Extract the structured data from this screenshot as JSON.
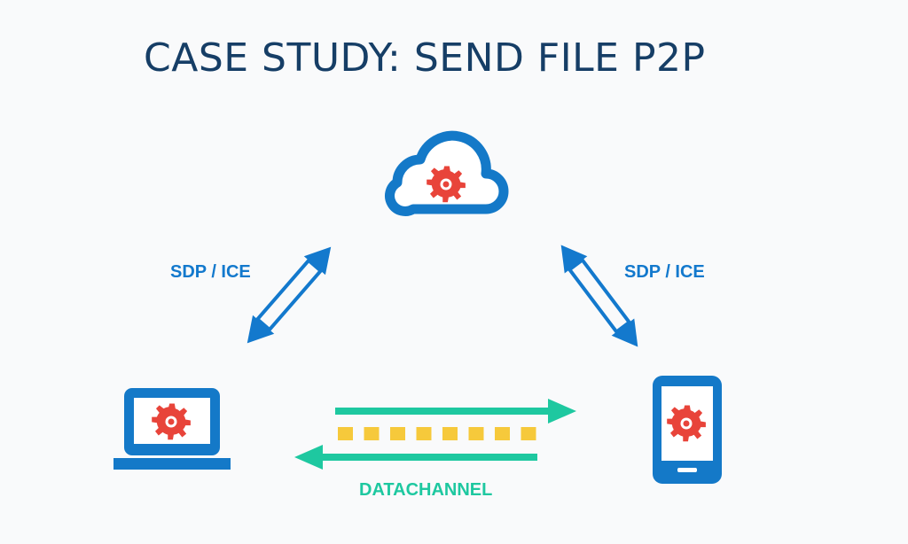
{
  "title": "CASE STUDY: SEND FILE P2P",
  "labels": {
    "left_signaling": "SDP / ICE",
    "right_signaling": "SDP / ICE",
    "datachannel": "DATACHANNEL"
  },
  "nodes": {
    "server": {
      "icon": "cloud-gear-icon"
    },
    "client_a": {
      "icon": "laptop-gear-icon"
    },
    "client_b": {
      "icon": "smartphone-gear-icon"
    }
  },
  "colors": {
    "title": "#163e66",
    "device_blue": "#1479c8",
    "gear_red": "#e8443a",
    "signal_blue": "#1379cd",
    "data_teal": "#1ec8a0",
    "packet_yellow": "#f6c93b",
    "background": "#f9fafb"
  },
  "packets": {
    "count": 8
  }
}
